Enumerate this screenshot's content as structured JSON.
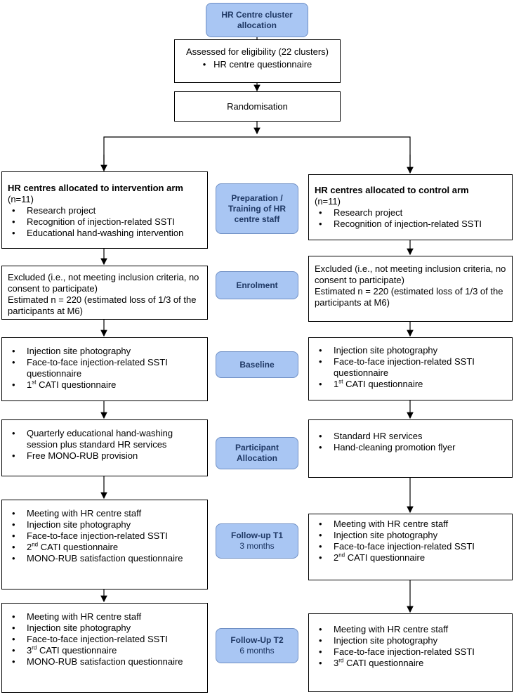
{
  "top": {
    "title": "HR Centre cluster allocation",
    "eligibility": "Assessed for eligibility (22 clusters)",
    "eligibility_item": "HR centre questionnaire",
    "randomisation": "Randomisation"
  },
  "stages": {
    "preparation": "Preparation / Training of HR centre staff",
    "enrolment": "Enrolment",
    "baseline": "Baseline",
    "allocation": "Participant Allocation",
    "followup1": "Follow-up T1",
    "followup1_sub": "3 months",
    "followup2": "Follow-Up T2",
    "followup2_sub": "6 months"
  },
  "intervention": {
    "title": "HR centres allocated to intervention arm",
    "n": "(n=11)",
    "alloc_items": [
      "Research project",
      "Recognition of injection-related SSTI",
      "Educational hand-washing intervention"
    ],
    "excluded_1": "Excluded (i.e., not meeting inclusion criteria, no consent to participate)",
    "excluded_2": "Estimated n = 220 (estimated loss of 1/3 of the participants at M6)",
    "baseline_items": [
      "Injection site photography",
      "Face-to-face injection-related SSTI questionnaire"
    ],
    "baseline_sup": "st",
    "baseline_catI": "CATI questionnaire",
    "allocation_items": [
      "Quarterly educational hand-washing session plus standard HR services",
      "Free MONO-RUB provision"
    ],
    "t1_items_a": [
      "Meeting with HR centre staff",
      "Injection site photography",
      "Face-to-face injection-related SSTI"
    ],
    "t1_sup": "nd",
    "t1_cati": "CATI questionnaire",
    "t1_items_b": [
      "MONO-RUB satisfaction questionnaire"
    ],
    "t2_items_a": [
      "Meeting with HR centre staff",
      "Injection site photography",
      "Face-to-face injection-related SSTI"
    ],
    "t2_sup": "rd",
    "t2_cati": "CATI questionnaire",
    "t2_items_b": [
      "MONO-RUB satisfaction questionnaire"
    ]
  },
  "control": {
    "title": "HR centres allocated to control arm",
    "n": "(n=11)",
    "alloc_items": [
      "Research project",
      "Recognition of injection-related SSTI"
    ],
    "excluded_1": "Excluded (i.e., not meeting inclusion criteria, no consent to participate)",
    "excluded_2": "Estimated n = 220 (estimated loss of 1/3 of the participants at M6)",
    "baseline_items": [
      "Injection site photography",
      "Face-to-face injection-related SSTI questionnaire"
    ],
    "baseline_sup": "st",
    "baseline_cati": "CATI questionnaire",
    "allocation_items": [
      "Standard HR services",
      "Hand-cleaning promotion flyer"
    ],
    "t1_items_a": [
      "Meeting with HR centre staff",
      "Injection site photography",
      "Face-to-face injection-related SSTI"
    ],
    "t1_sup": "nd",
    "t1_cati": " CATI questionnaire",
    "t2_items_a": [
      "Meeting with HR centre staff",
      "Injection site photography",
      "Face-to-face injection-related SSTI"
    ],
    "t2_sup": "rd",
    "t2_cati": "CATI questionnaire"
  },
  "colors": {
    "stage_fill": "#a9c6f3",
    "stage_border": "#6f8fc4",
    "stage_text": "#1f3864"
  }
}
